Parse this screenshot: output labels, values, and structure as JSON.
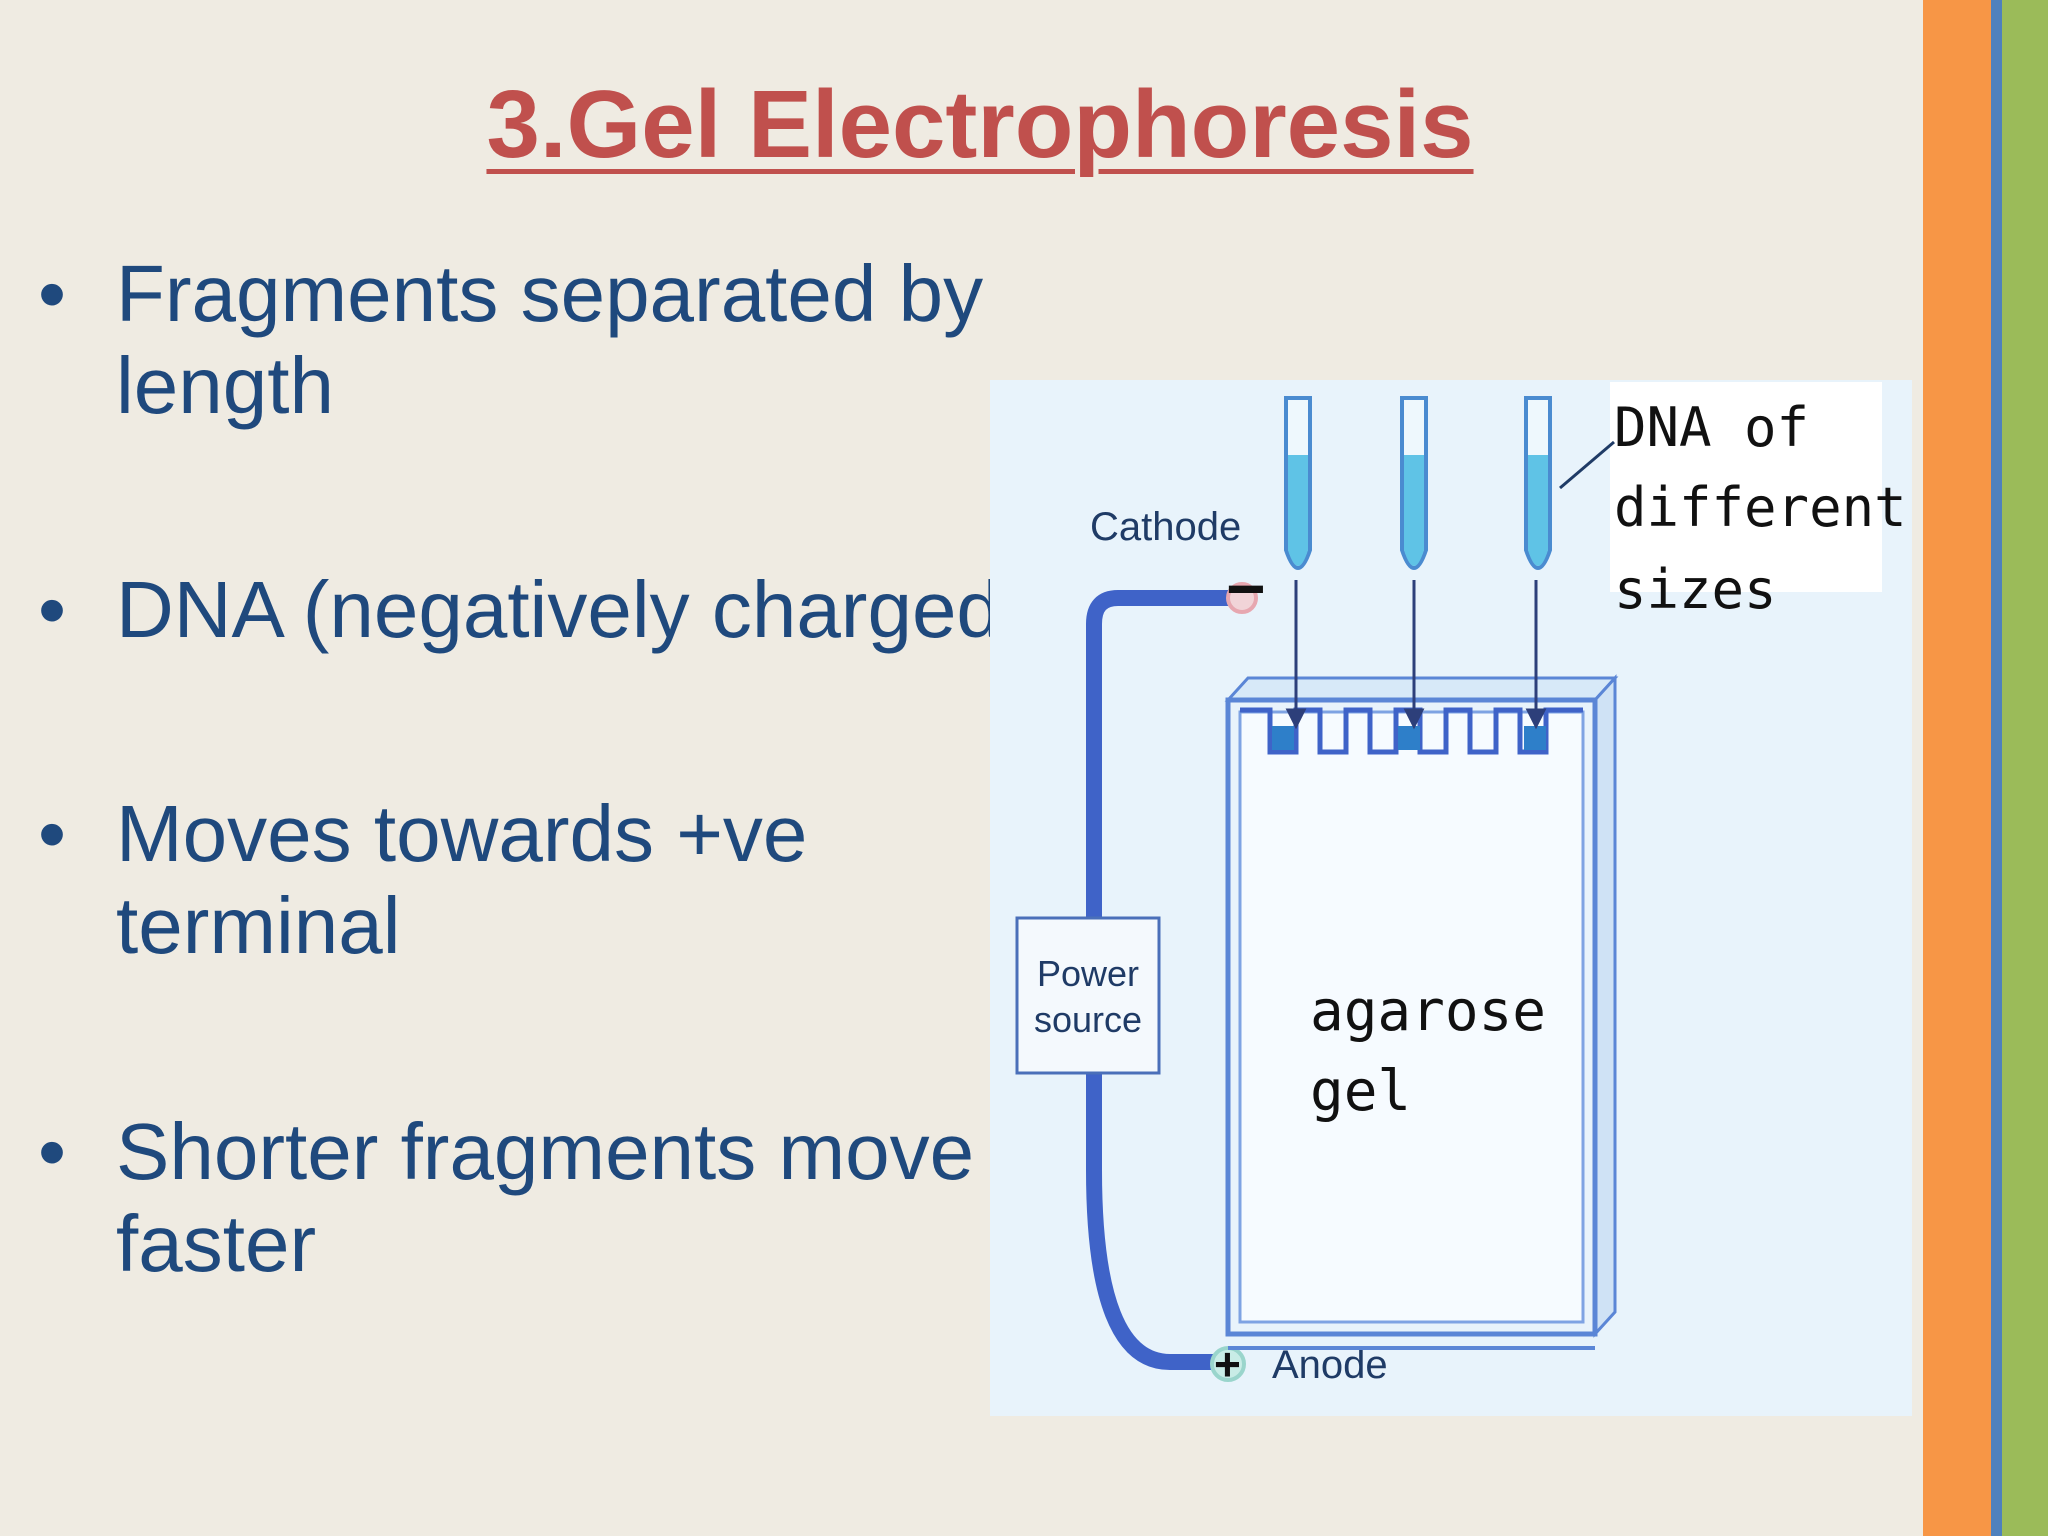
{
  "slide": {
    "title": "3.Gel Electrophoresis",
    "bullets": [
      "Fragments separated by length",
      "DNA (negatively charged)",
      "Moves towards +ve terminal",
      "Shorter fragments move faster"
    ]
  },
  "diagram": {
    "labels": {
      "cathode": "Cathode",
      "minus": "−",
      "anode": "Anode",
      "plus": "+",
      "power_line1": "Power",
      "power_line2": "source",
      "dna_line1": "DNA of",
      "dna_line2": "different",
      "dna_line3": "sizes",
      "gel_line1": "agarose",
      "gel_line2": "gel"
    }
  },
  "colors": {
    "title": "#c0504d",
    "body_text": "#1f497d",
    "background": "#efebe2",
    "stripe_orange": "#f79646",
    "stripe_blue": "#4f81bd",
    "stripe_green": "#9bbb59",
    "wire": "#3f63c8",
    "gel_outline": "#5b86d6",
    "dna_fill": "#5fc3e6"
  }
}
